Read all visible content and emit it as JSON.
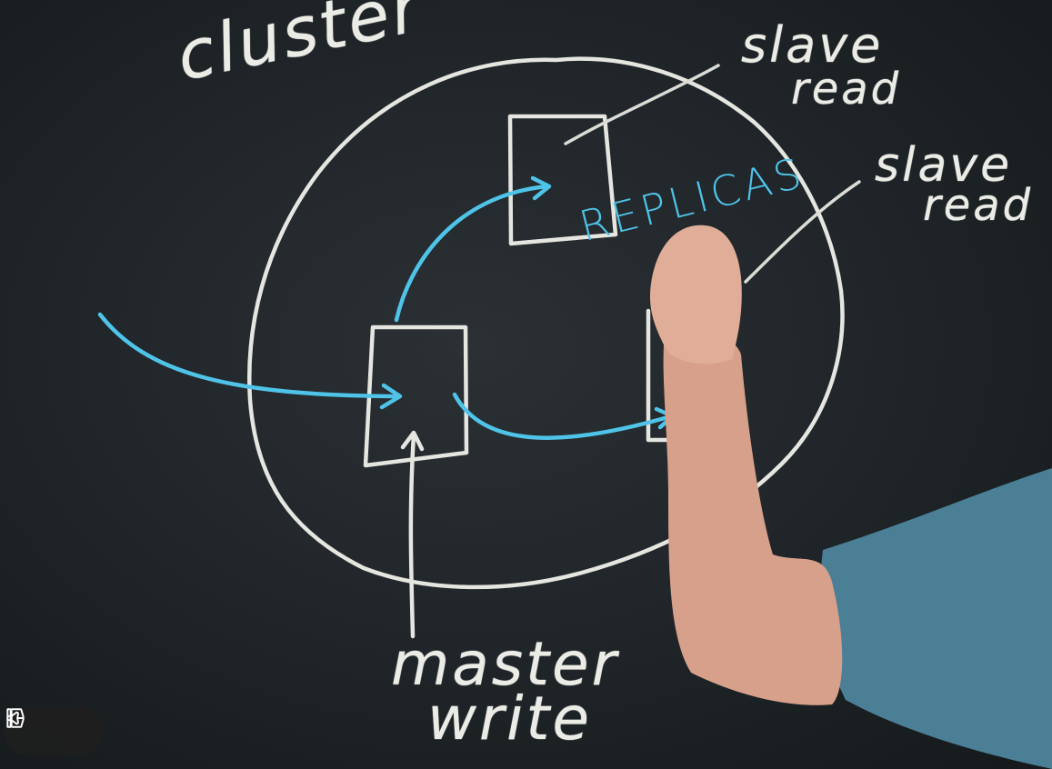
{
  "board": {
    "cluster_label": "cluster",
    "slave_read_1": {
      "line1": "slave",
      "line2": "read"
    },
    "slave_read_2": {
      "line1": "slave",
      "line2": "read"
    },
    "replicas_label": "REPLICAS",
    "master_write": {
      "line1": "master",
      "line2": "write"
    }
  },
  "feedback": {
    "thumbs_down": "thumbs-down-icon",
    "thumbs_up": "thumbs-up-icon"
  },
  "colors": {
    "board": "#1e2427",
    "chalk": "#e6e6e1",
    "marker_blue": "#4fc3e8",
    "shirt": "#4a7f96",
    "skin": "#d9a48e"
  }
}
